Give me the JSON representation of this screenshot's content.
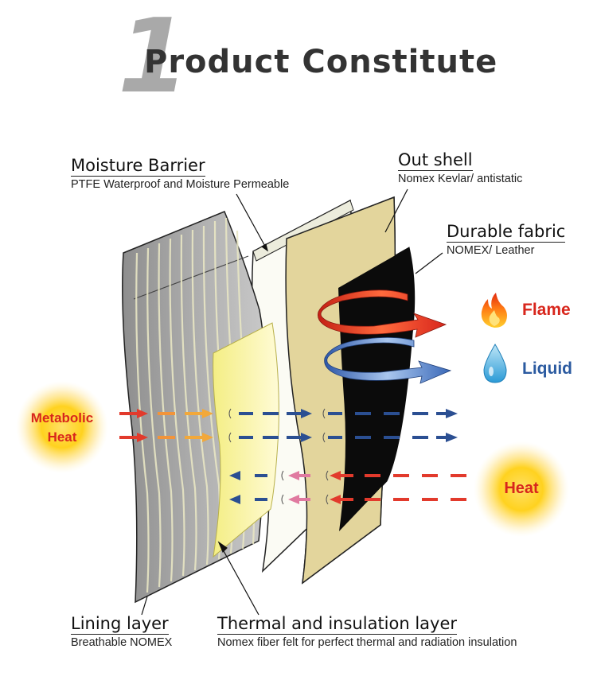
{
  "title": {
    "number": "1",
    "text": "Product Constitute"
  },
  "layers": {
    "moisture_barrier": {
      "name": "Moisture Barrier",
      "desc": "PTFE Waterproof and Moisture Permeable"
    },
    "out_shell": {
      "name": "Out shell",
      "desc": "Nomex  Kevlar/ antistatic"
    },
    "durable_fabric": {
      "name": "Durable fabric",
      "desc": "NOMEX/ Leather"
    },
    "lining_layer": {
      "name": "Lining layer",
      "desc": "Breathable NOMEX"
    },
    "thermal_layer": {
      "name": "Thermal and insulation layer",
      "desc": "Nomex fiber felt for perfect thermal and radiation insulation"
    }
  },
  "threats": {
    "flame": {
      "label": "Flame",
      "color": "#d8261c"
    },
    "liquid": {
      "label": "Liquid",
      "color": "#2b5aa0"
    }
  },
  "heat_sources": {
    "metabolic": {
      "line1": "Metabolic",
      "line2": "Heat",
      "color": "#d8261c"
    },
    "external": {
      "label": "Heat",
      "color": "#d8261c"
    }
  },
  "icons": [
    "flame-icon",
    "water-drop-icon"
  ]
}
